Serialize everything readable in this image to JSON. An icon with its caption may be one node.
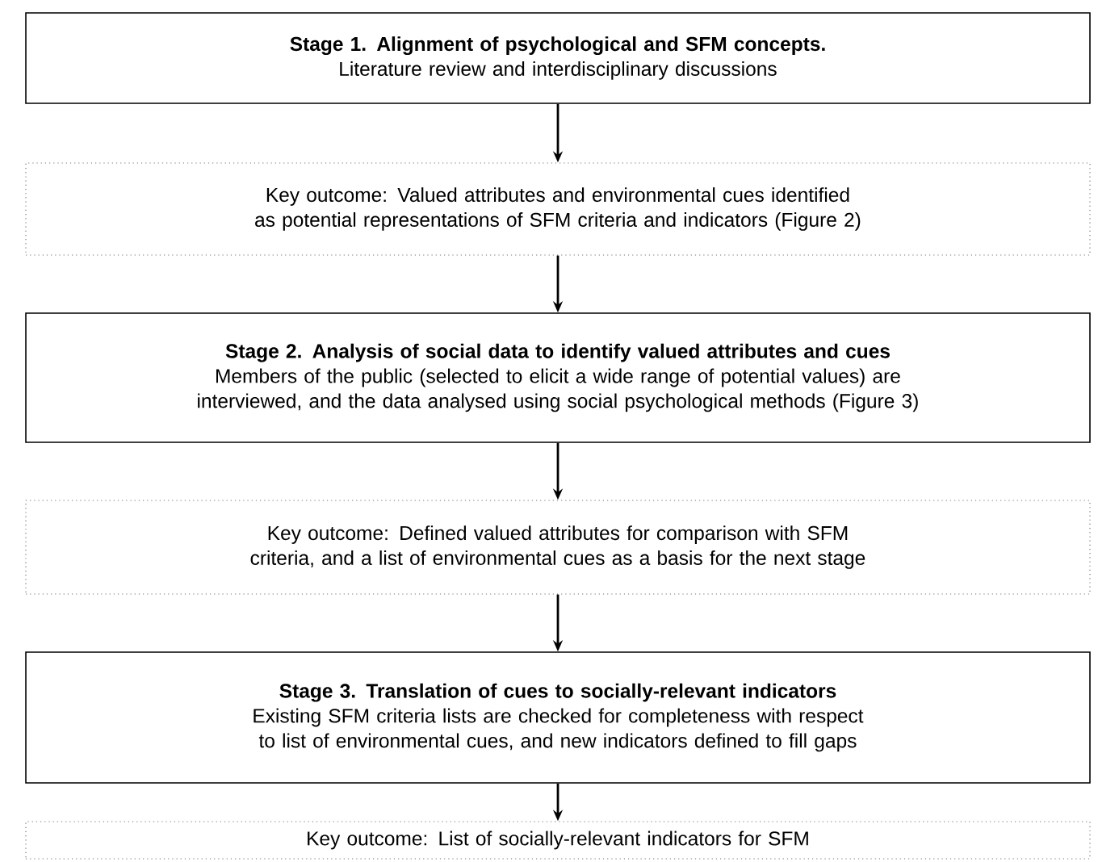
{
  "diagram": {
    "nodes": [
      {
        "text": [
          "Stage 1. Alignment of psychological and SFM concepts.",
          "Literature review and interdisciplinary discussions"
        ]
      },
      {
        "text": [
          "Key outcome: Valued attributes and environmental cues identified as potential representations of SFM criteria and indicators (Figure 2)"
        ]
      },
      {
        "text": [
          "Stage 2. Analysis of social data to identify valued attributes and cues",
          "Members of the public (selected to elicit a wide range of potential values) are interviewed, and the data analysed using social psychological methods (Figure 3)"
        ]
      },
      {
        "text": [
          "Key outcome: Defined valued attributes for comparison with SFM criteria, and a list of environmental cues as a basis for the next stage"
        ]
      },
      {
        "text": [
          "Stage 3. Translation of cues to socially-relevant indicators",
          "Existing SFM criteria lists are checked for completeness with respect to list of environmental cues, and new indicators defined to fill gaps"
        ]
      },
      {
        "text": [
          "Key outcome: List of socially-relevant indicators for SFM"
        ]
      }
    ],
    "edges": [
      {
        "from": 0,
        "to": 1,
        "arrow": "to"
      },
      {
        "from": 1,
        "to": 2,
        "arrow": "to"
      },
      {
        "from": 2,
        "to": 3,
        "arrow": "to"
      },
      {
        "from": 3,
        "to": 4,
        "arrow": "to"
      },
      {
        "from": 4,
        "to": 5,
        "arrow": "to"
      }
    ]
  }
}
